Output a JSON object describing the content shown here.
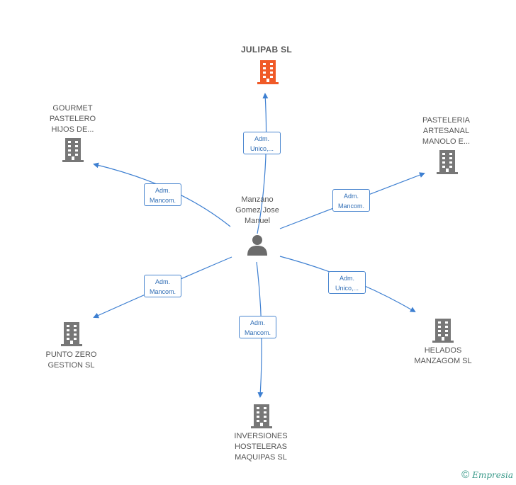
{
  "center": {
    "label": "Manzano\nGomez Jose\nManuel",
    "icon": "person-icon"
  },
  "companies": [
    {
      "id": "julipab",
      "label": "JULIPAB  SL",
      "highlight": true,
      "role": "Adm.\nUnico,..."
    },
    {
      "id": "gourmet",
      "label": "GOURMET\nPASTELERO\nHIJOS DE...",
      "highlight": false,
      "role": "Adm.\nMancom."
    },
    {
      "id": "pasteleria",
      "label": "PASTELERIA\nARTESANAL\nMANOLO E...",
      "highlight": false,
      "role": "Adm.\nMancom."
    },
    {
      "id": "punto-zero",
      "label": "PUNTO ZERO\nGESTION SL",
      "highlight": false,
      "role": "Adm.\nMancom."
    },
    {
      "id": "helados",
      "label": "HELADOS\nMANZAGOM  SL",
      "highlight": false,
      "role": "Adm.\nUnico,..."
    },
    {
      "id": "inversiones",
      "label": "INVERSIONES\nHOSTELERAS\nMAQUIPAS SL",
      "highlight": false,
      "role": "Adm.\nMancom."
    }
  ],
  "colors": {
    "edge": "#3d7fd1",
    "building": "#777777",
    "building_highlight": "#f05a28",
    "person": "#6b6b6b",
    "brand": "#3a9a8a"
  },
  "footer": {
    "copyright": "©",
    "brand": "Empresia"
  }
}
